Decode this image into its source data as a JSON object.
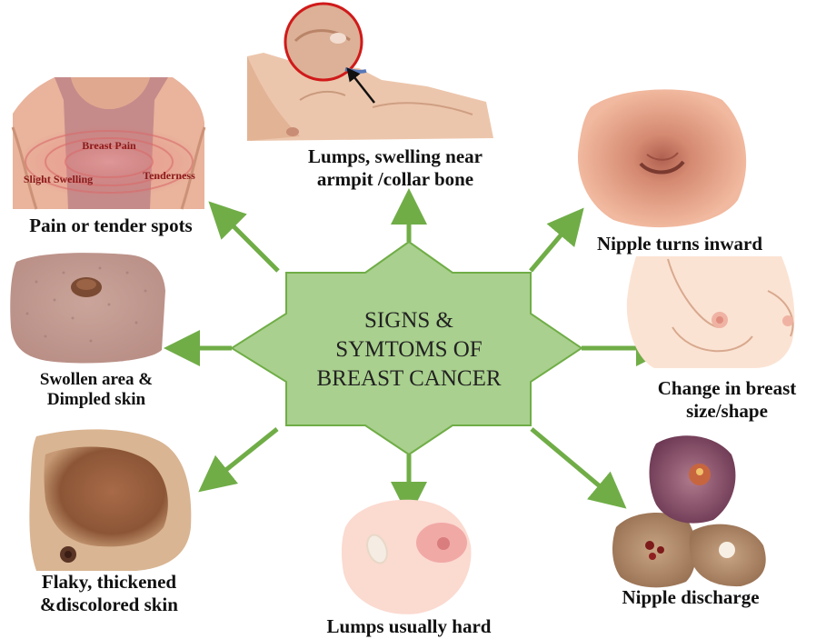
{
  "center": {
    "lines": [
      "SIGNS &",
      "SYMTOMS OF",
      "BREAST CANCER"
    ]
  },
  "symptoms": {
    "armpit": {
      "line1": "Lumps, swelling near",
      "line2": "armpit /collar bone"
    },
    "pain": {
      "label": "Pain or tender spots",
      "overlay": {
        "breast_pain": "Breast Pain",
        "slight_swelling": "Slight Swelling",
        "tenderness": "Tenderness"
      }
    },
    "nipple_inward": {
      "label": "Nipple turns inward"
    },
    "dimpled": {
      "line1": "Swollen area &",
      "line2": "Dimpled skin"
    },
    "size_shape": {
      "line1": "Change in breast",
      "line2": "size/shape"
    },
    "flaky": {
      "line1": "Flaky, thickened",
      "line2": "&discolored skin"
    },
    "lumps_hard": {
      "label": "Lumps usually hard"
    },
    "discharge": {
      "label": "Nipple discharge"
    }
  },
  "colors": {
    "star_fill": "#a9d08e",
    "star_stroke": "#70ad47",
    "arrow": "#70ad47",
    "overlay_text": "#8b1a1a",
    "skin_light": "#f3c9b5",
    "skin_mid": "#d99a7e",
    "skin_dark": "#8a5a3c"
  }
}
